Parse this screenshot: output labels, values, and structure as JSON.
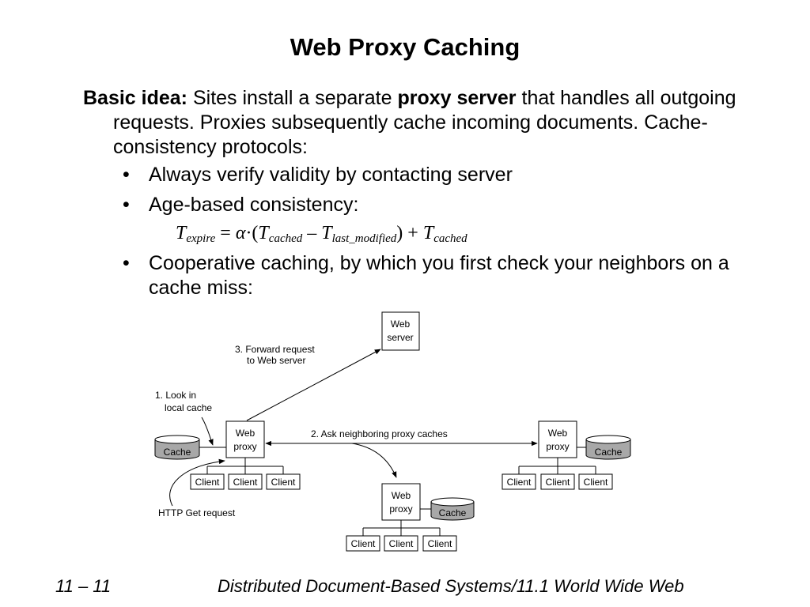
{
  "slide": {
    "title": "Web Proxy Caching",
    "intro_bold": "Basic idea:",
    "intro_text_1": " Sites install a separate ",
    "intro_bold_2": "proxy server",
    "intro_text_2": " that handles all outgoing requests. Proxies subsequently cache incoming documents. Cache-consistency protocols:",
    "bullets": [
      "Always verify validity by contacting server",
      "Age-based consistency:",
      "Cooperative caching, by which you first check your neighbors on a cache miss:"
    ],
    "bullet_symbol": "•",
    "formula": {
      "T": "T",
      "expire": "expire",
      "eq": " = ",
      "alpha": "α",
      "dot_open": "·(",
      "cached": "cached",
      "minus": " – ",
      "last_modified": "last_modified",
      "close_plus": ") + "
    },
    "footer_left": "11 – 11",
    "footer_right": "Distributed Document-Based Systems/11.1 World Wide Web"
  },
  "diagram": {
    "web_server_line1": "Web",
    "web_server_line2": "server",
    "proxy_line1": "Web",
    "proxy_line2": "proxy",
    "cache_label": "Cache",
    "client_label": "Client",
    "step1_line1": "1. Look in",
    "step1_line2": "local cache",
    "step2": "2. Ask neighboring proxy caches",
    "step3_line1": "3. Forward request",
    "step3_line2": "to Web server",
    "http_get": "HTTP Get request",
    "colors": {
      "cache_fill": "#a8a8a8",
      "box_stroke": "#000000"
    }
  }
}
